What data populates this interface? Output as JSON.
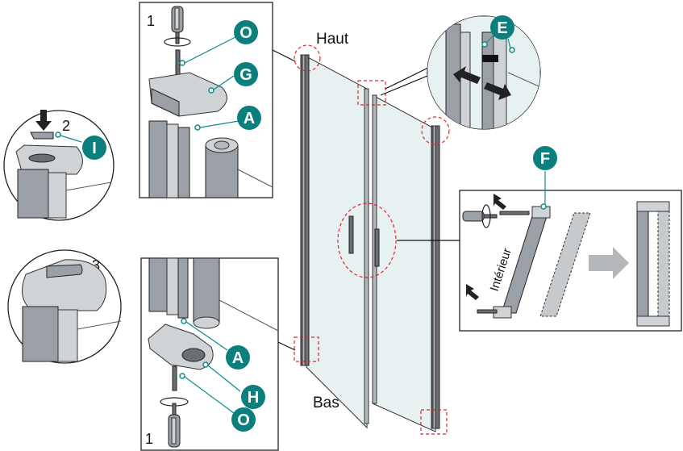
{
  "labels": {
    "top": "Haut",
    "bottom": "Bas",
    "interior": "Intérieur"
  },
  "steps": {
    "step1_top": "1",
    "step1_bottom": "1",
    "step2": "2",
    "step3": "3"
  },
  "badges": {
    "O_top": "O",
    "G": "G",
    "A_top": "A",
    "I": "I",
    "E": "E",
    "F": "F",
    "A_bottom": "A",
    "H": "H",
    "O_bottom": "O"
  },
  "colors": {
    "badge": "#0a7f7d",
    "highlight_dash": "#e0262a",
    "glass": "#e8f1f2",
    "frame": "#6b6e72"
  }
}
